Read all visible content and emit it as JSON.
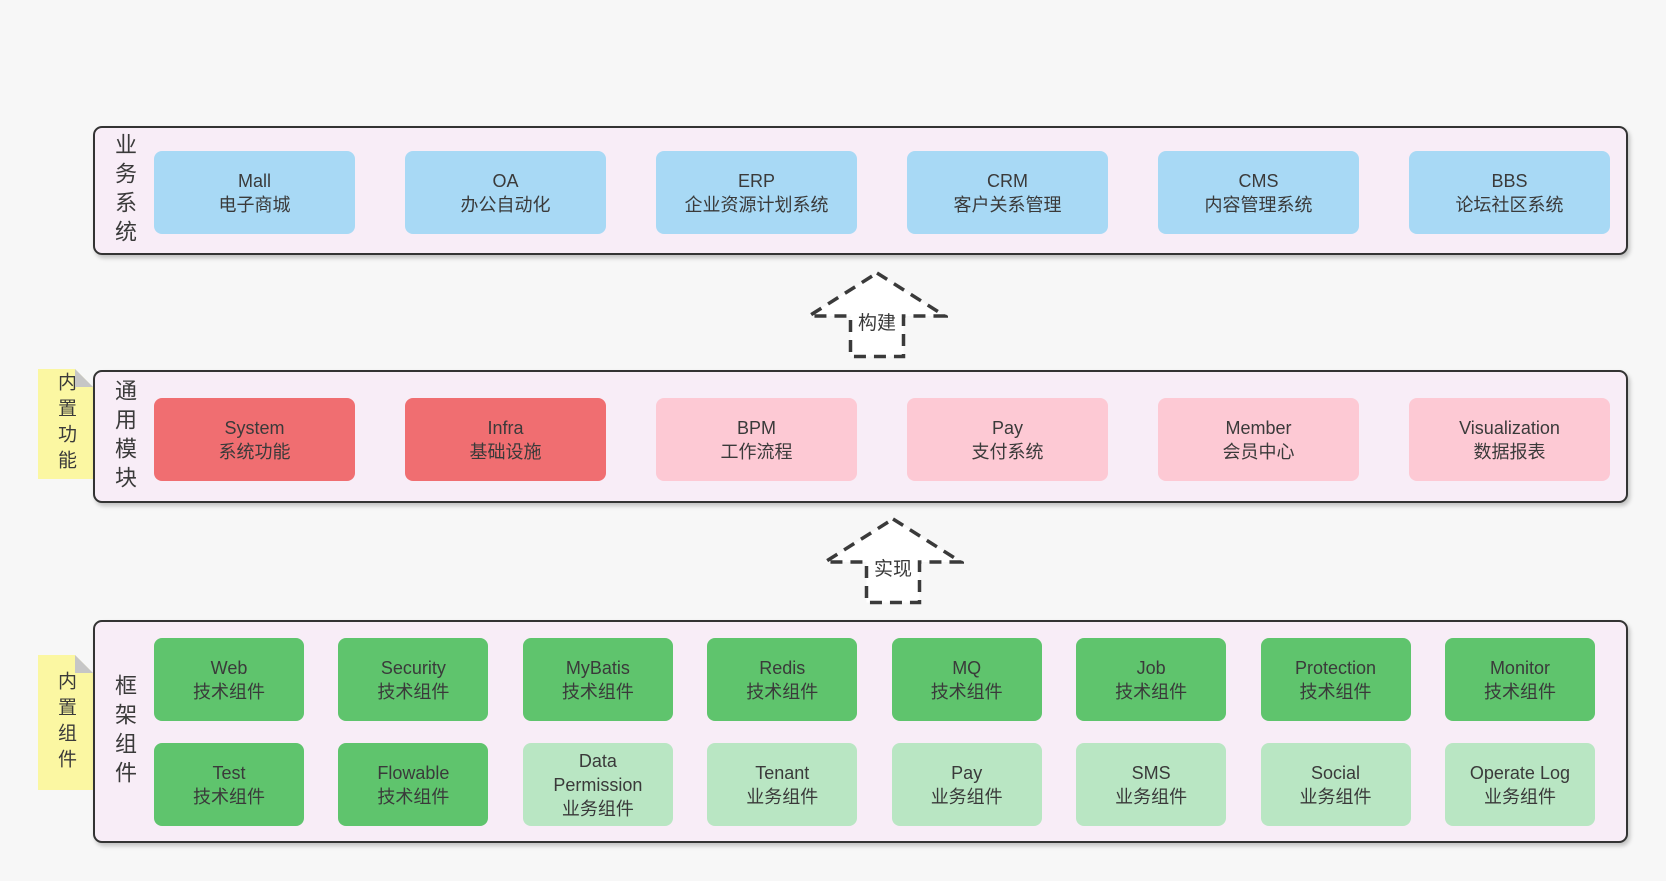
{
  "colors": {
    "page_bg": "#f7f7f7",
    "panel_bg": "#f8edf7",
    "panel_border": "#333333",
    "text": "#3a3a3a",
    "blue": "#a8d9f5",
    "red": "#f06e71",
    "pink": "#fdc9d4",
    "green_dark": "#5fc46d",
    "green_light": "#b9e6c3",
    "sticky_yellow": "#fbf7a2",
    "sticky_fold": "#c6c6c6",
    "arrow_fill": "#ffffff"
  },
  "arrows": [
    {
      "label": "构建"
    },
    {
      "label": "实现"
    }
  ],
  "sections": [
    {
      "label": "业务系统",
      "sticky": null,
      "rows": [
        [
          {
            "en": "Mall",
            "zh": "电子商城",
            "color": "blue"
          },
          {
            "en": "OA",
            "zh": "办公自动化",
            "color": "blue"
          },
          {
            "en": "ERP",
            "zh": "企业资源计划系统",
            "color": "blue"
          },
          {
            "en": "CRM",
            "zh": "客户关系管理",
            "color": "blue"
          },
          {
            "en": "CMS",
            "zh": "内容管理系统",
            "color": "blue"
          },
          {
            "en": "BBS",
            "zh": "论坛社区系统",
            "color": "blue"
          }
        ]
      ]
    },
    {
      "label": "通用模块",
      "sticky": "内置功能",
      "rows": [
        [
          {
            "en": "System",
            "zh": "系统功能",
            "color": "red"
          },
          {
            "en": "Infra",
            "zh": "基础设施",
            "color": "red"
          },
          {
            "en": "BPM",
            "zh": "工作流程",
            "color": "pink"
          },
          {
            "en": "Pay",
            "zh": "支付系统",
            "color": "pink"
          },
          {
            "en": "Member",
            "zh": "会员中心",
            "color": "pink"
          },
          {
            "en": "Visualization",
            "zh": "数据报表",
            "color": "pink"
          }
        ]
      ]
    },
    {
      "label": "框架组件",
      "sticky": "内置组件",
      "rows": [
        [
          {
            "en": "Web",
            "zh": "技术组件",
            "color": "green_dark"
          },
          {
            "en": "Security",
            "zh": "技术组件",
            "color": "green_dark"
          },
          {
            "en": "MyBatis",
            "zh": "技术组件",
            "color": "green_dark"
          },
          {
            "en": "Redis",
            "zh": "技术组件",
            "color": "green_dark"
          },
          {
            "en": "MQ",
            "zh": "技术组件",
            "color": "green_dark"
          },
          {
            "en": "Job",
            "zh": "技术组件",
            "color": "green_dark"
          },
          {
            "en": "Protection",
            "zh": "技术组件",
            "color": "green_dark"
          },
          {
            "en": "Monitor",
            "zh": "技术组件",
            "color": "green_dark"
          }
        ],
        [
          {
            "en": "Test",
            "zh": "技术组件",
            "color": "green_dark"
          },
          {
            "en": "Flowable",
            "zh": "技术组件",
            "color": "green_dark"
          },
          {
            "en": "Data Permission",
            "zh": "业务组件",
            "color": "green_light"
          },
          {
            "en": "Tenant",
            "zh": "业务组件",
            "color": "green_light"
          },
          {
            "en": "Pay",
            "zh": "业务组件",
            "color": "green_light"
          },
          {
            "en": "SMS",
            "zh": "业务组件",
            "color": "green_light"
          },
          {
            "en": "Social",
            "zh": "业务组件",
            "color": "green_light"
          },
          {
            "en": "Operate Log",
            "zh": "业务组件",
            "color": "green_light"
          }
        ]
      ]
    }
  ]
}
